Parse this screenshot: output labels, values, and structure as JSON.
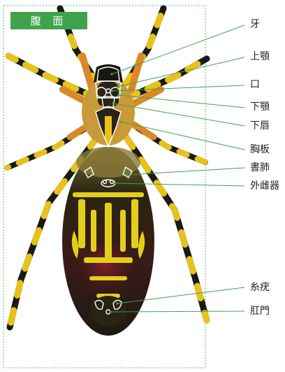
{
  "figure": {
    "title": "腹 面",
    "accent_color": "#3fa34d",
    "labels": {
      "fang": "牙",
      "maxilla_upper": "上顎",
      "mouth": "口",
      "maxilla_lower": "下顎",
      "labium": "下唇",
      "sternum": "胸板",
      "book_lung": "書肺",
      "epigyne": "外雌器",
      "spinneret": "糸疣",
      "anus": "肛門"
    }
  }
}
